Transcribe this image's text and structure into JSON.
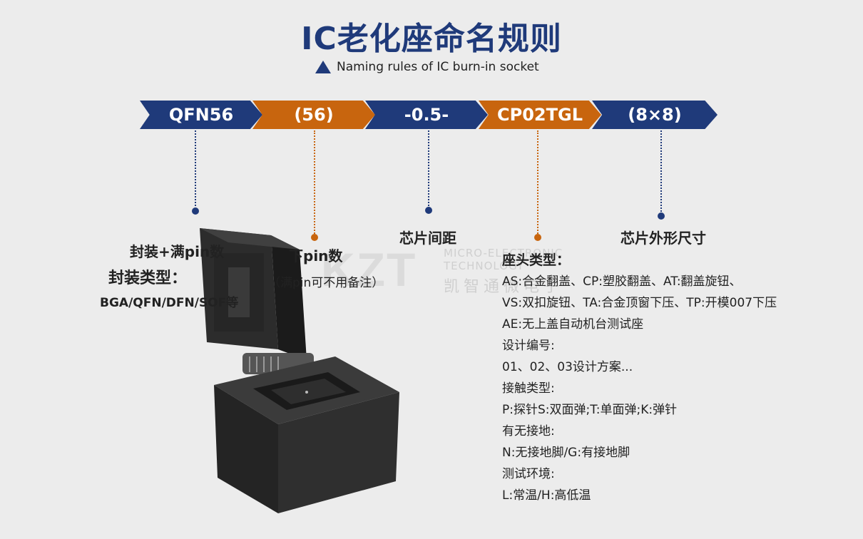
{
  "header": {
    "title": "IC老化座命名规则",
    "subtitle": "Naming rules of IC burn-in socket"
  },
  "segments": [
    {
      "text": "QFN56",
      "color": "#1f3a7a"
    },
    {
      "text": "(56)",
      "color": "#c8650e"
    },
    {
      "text": "-0.5-",
      "color": "#1f3a7a"
    },
    {
      "text": "CP02TGL",
      "color": "#c8650e"
    },
    {
      "text": "(8×8)",
      "color": "#1f3a7a"
    }
  ],
  "labels": {
    "package": "封装+满pin数",
    "package_type_title": "封装类型：",
    "package_type_list": "BGA/QFN/DFN/SOF等",
    "lower_pin": "下pin数",
    "lower_pin_note": "（满pin可不用备注）",
    "pitch": "芯片间距",
    "outline": "芯片外形尺寸"
  },
  "watermark": {
    "logo": "KZT",
    "line1": "MICRO-ELECTRONIC",
    "line2": "TECHNOLOGY",
    "line3": "凯智通微电子"
  },
  "spec_list": [
    {
      "text": "座头类型：",
      "head": true
    },
    {
      "text": "AS:合金翻盖、CP:塑胶翻盖、AT:翻盖旋钮、"
    },
    {
      "text": "VS:双扣旋钮、TA:合金顶窗下压、TP:开模007下压"
    },
    {
      "text": "AE:无上盖自动机台测试座"
    },
    {
      "text": "设计编号:"
    },
    {
      "text": "01、02、03设计方案..."
    },
    {
      "text": "接触类型:"
    },
    {
      "text": "P:探针S:双面弹;T:单面弹;K:弹针"
    },
    {
      "text": "有无接地:"
    },
    {
      "text": "N:无接地脚/G:有接地脚"
    },
    {
      "text": "测试环境:"
    },
    {
      "text": "L:常温/H:高低温"
    }
  ],
  "colors": {
    "primary": "#1f3a7a",
    "accent": "#c8650e",
    "background": "#ececec"
  }
}
